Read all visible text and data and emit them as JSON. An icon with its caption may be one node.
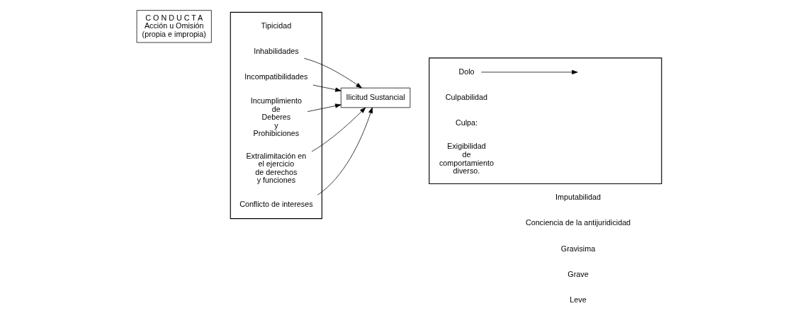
{
  "diagram": {
    "nodes": [
      {
        "text": [
          "C O N D U C T A",
          "Acción u Omisión (propia e impropia)"
        ]
      },
      {
        "text": [],
        "shape": "box"
      },
      {
        "text": [
          "Tipicidad"
        ],
        "in": 1
      },
      {
        "text": [
          "Inhabilidades"
        ],
        "in": 1
      },
      {
        "text": [
          "Incompatibilidades"
        ],
        "in": 1
      },
      {
        "text": [
          "Incumplimiento de Deberes y Prohibiciones"
        ],
        "in": 1
      },
      {
        "text": [
          "Extralimitación en el ejercicio de derechos y funciones"
        ],
        "in": 1
      },
      {
        "text": [
          "Conflicto de intereses"
        ],
        "in": 1
      },
      {
        "text": [
          "Ilicitud Sustancial"
        ]
      },
      {
        "text": [],
        "shape": "box"
      },
      {
        "text": [
          "Culpabilidad"
        ],
        "in": 9
      },
      {
        "text": [
          "Dolo"
        ],
        "in": 9
      },
      {
        "text": [
          "Culpa:"
        ],
        "in": 9
      },
      {
        "text": [
          "Exigibilidad de comportamiento diverso."
        ],
        "in": 9
      }
    ],
    "edges": [
      {
        "from": 3,
        "to": 8,
        "arrow": "to"
      },
      {
        "from": 4,
        "to": 8,
        "arrow": "to"
      },
      {
        "from": 5,
        "to": 8,
        "arrow": "to"
      },
      {
        "from": 6,
        "to": 8,
        "arrow": "to"
      },
      {
        "from": 7,
        "to": 8,
        "arrow": "to"
      },
      {
        "from": 11,
        "to": null,
        "arrow": "to"
      }
    ],
    "labels": [
      "Imputabilidad",
      "Conciencia de la antijuridicidad",
      "Gravisima",
      "Grave",
      "Leve"
    ]
  }
}
